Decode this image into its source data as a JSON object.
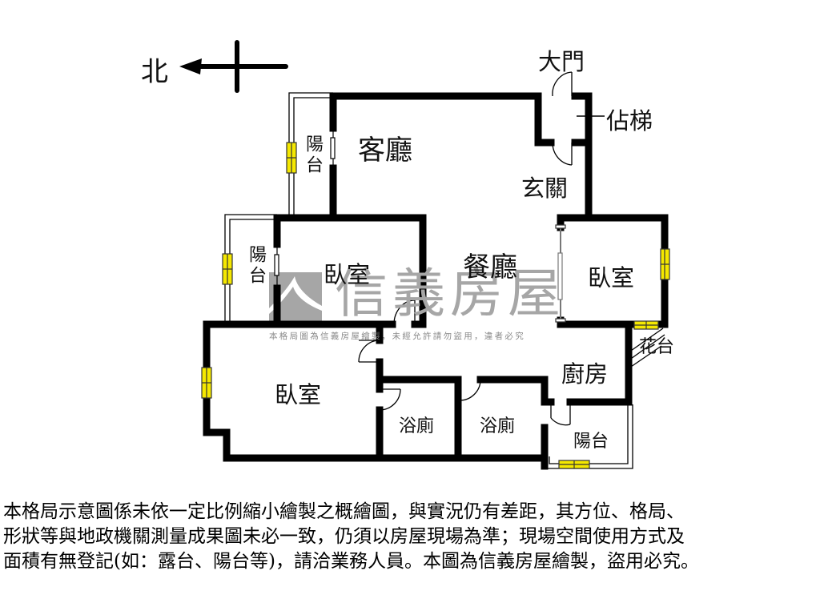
{
  "compass": {
    "direction_label": "北",
    "icon": "north-arrow-icon"
  },
  "rooms": {
    "living_room": "客廳",
    "dining_room": "餐廳",
    "entry_hall": "玄關",
    "main_door": "大門",
    "elevator": "佔梯",
    "bedroom_middle": "臥室",
    "bedroom_right": "臥室",
    "bedroom_left": "臥室",
    "kitchen": "廚房",
    "bathroom_1": "浴廁",
    "bathroom_2": "浴廁",
    "balcony_top": "陽台",
    "balcony_mid": "陽台",
    "balcony_kitchen": "陽台",
    "flower_bed": "花台"
  },
  "watermark": {
    "brand": "信義房屋",
    "notice": "本格局圖為信義房屋繪製，未經允許請勿盜用，違者必究"
  },
  "colors": {
    "wall": "#000000",
    "window": "#f5e800",
    "watermark": "#a6a6a6"
  },
  "disclaimer": {
    "lines": [
      "本格局示意圖係未依一定比例縮小繪製之概繪圖，與實況仍有差距，其方位、格局、",
      "形狀等與地政機關測量成果圖未必一致，仍須以房屋現場為準；現場空間使用方式及",
      "面積有無登記(如：露台、陽台等)，請洽業務人員。本圖為信義房屋繪製，盜用必究。"
    ]
  }
}
